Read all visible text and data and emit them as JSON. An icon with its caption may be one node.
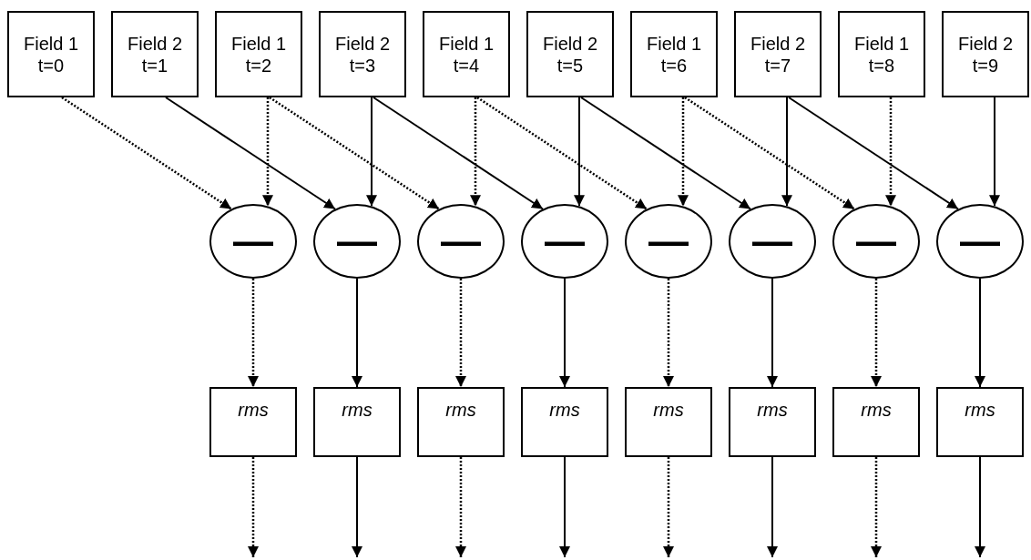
{
  "diagram": {
    "nodes": [
      {
        "text": [
          "Field 1 t=0"
        ]
      },
      {
        "text": [
          "Field 2 t=1"
        ]
      },
      {
        "text": [
          "Field 1 t=2"
        ]
      },
      {
        "text": [
          "Field 2 t=3"
        ]
      },
      {
        "text": [
          "Field 1 t=4"
        ]
      },
      {
        "text": [
          "Field 2 t=5"
        ]
      },
      {
        "text": [
          "Field 1 t=6"
        ]
      },
      {
        "text": [
          "Field 2 t=7"
        ]
      },
      {
        "text": [
          "Field 1 t=8"
        ]
      },
      {
        "text": [
          "Field 2 t=9"
        ]
      },
      {
        "text": [
          "—"
        ]
      },
      {
        "text": [
          "—"
        ]
      },
      {
        "text": [
          "—"
        ]
      },
      {
        "text": [
          "—"
        ]
      },
      {
        "text": [
          "—"
        ]
      },
      {
        "text": [
          "—"
        ]
      },
      {
        "text": [
          "—"
        ]
      },
      {
        "text": [
          "—"
        ]
      },
      {
        "text": [
          "rms"
        ]
      },
      {
        "text": [
          "rms"
        ]
      },
      {
        "text": [
          "rms"
        ]
      },
      {
        "text": [
          "rms"
        ]
      },
      {
        "text": [
          "rms"
        ]
      },
      {
        "text": [
          "rms"
        ]
      },
      {
        "text": [
          "rms"
        ]
      },
      {
        "text": [
          "rms"
        ]
      }
    ],
    "edges": [
      {
        "from": 0,
        "to": 10,
        "arrow": "to",
        "style": "dashed"
      },
      {
        "from": 2,
        "to": 10,
        "arrow": "to",
        "style": "dashed"
      },
      {
        "from": 10,
        "to": 18,
        "arrow": "to",
        "style": "dashed"
      },
      {
        "from": 18,
        "to": null,
        "arrow": "to",
        "style": "dashed"
      },
      {
        "from": 1,
        "to": 11,
        "arrow": "to"
      },
      {
        "from": 3,
        "to": 11,
        "arrow": "to"
      },
      {
        "from": 11,
        "to": 19,
        "arrow": "to"
      },
      {
        "from": 19,
        "to": null,
        "arrow": "to"
      },
      {
        "from": 2,
        "to": 12,
        "arrow": "to",
        "style": "dashed"
      },
      {
        "from": 4,
        "to": 12,
        "arrow": "to",
        "style": "dashed"
      },
      {
        "from": 12,
        "to": 20,
        "arrow": "to",
        "style": "dashed"
      },
      {
        "from": 20,
        "to": null,
        "arrow": "to",
        "style": "dashed"
      },
      {
        "from": 3,
        "to": 13,
        "arrow": "to"
      },
      {
        "from": 5,
        "to": 13,
        "arrow": "to"
      },
      {
        "from": 13,
        "to": 21,
        "arrow": "to"
      },
      {
        "from": 21,
        "to": null,
        "arrow": "to"
      },
      {
        "from": 4,
        "to": 14,
        "arrow": "to",
        "style": "dashed"
      },
      {
        "from": 6,
        "to": 14,
        "arrow": "to",
        "style": "dashed"
      },
      {
        "from": 14,
        "to": 22,
        "arrow": "to",
        "style": "dashed"
      },
      {
        "from": 22,
        "to": null,
        "arrow": "to",
        "style": "dashed"
      },
      {
        "from": 5,
        "to": 15,
        "arrow": "to"
      },
      {
        "from": 7,
        "to": 15,
        "arrow": "to"
      },
      {
        "from": 15,
        "to": 23,
        "arrow": "to"
      },
      {
        "from": 23,
        "to": null,
        "arrow": "to"
      },
      {
        "from": 6,
        "to": 16,
        "arrow": "to",
        "style": "dashed"
      },
      {
        "from": 8,
        "to": 16,
        "arrow": "to",
        "style": "dashed"
      },
      {
        "from": 16,
        "to": 24,
        "arrow": "to",
        "style": "dashed"
      },
      {
        "from": 24,
        "to": null,
        "arrow": "to",
        "style": "dashed"
      },
      {
        "from": 7,
        "to": 17,
        "arrow": "to"
      },
      {
        "from": 9,
        "to": 17,
        "arrow": "to"
      },
      {
        "from": 17,
        "to": 25,
        "arrow": "to"
      },
      {
        "from": 25,
        "to": null,
        "arrow": "to"
      }
    ]
  }
}
